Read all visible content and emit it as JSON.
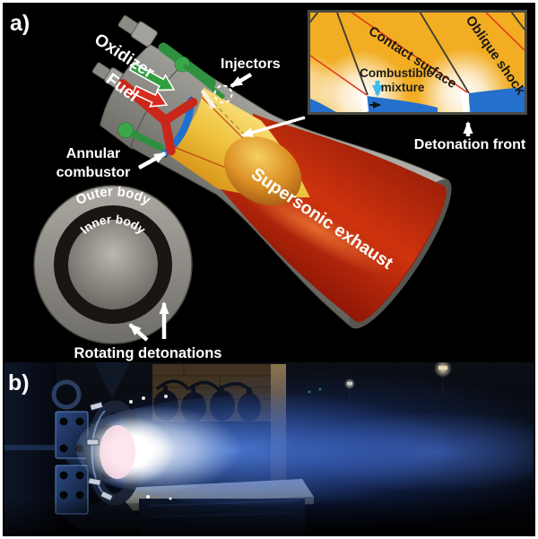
{
  "figure": {
    "panel_a_label": "a)",
    "panel_b_label": "b)",
    "labels": {
      "oxidizer": "Oxidizer",
      "fuel": "Fuel",
      "injectors": "Injectors",
      "annular_combustor_line1": "Annular",
      "annular_combustor_line2": "combustor",
      "outer_body": "Outer body",
      "inner_body": "Inner body",
      "rotating_detonations": "Rotating detonations",
      "supersonic_exhaust": "Supersonic exhaust",
      "detonation_front": "Detonation front"
    },
    "inset": {
      "contact_surface": "Contact surface",
      "oblique_shock": "Oblique shock",
      "combustible_mixture_line1": "Combustible",
      "combustible_mixture_line2": "mixture"
    },
    "colors": {
      "oxidizer_green": "#2e9e3e",
      "fuel_red": "#d92b1f",
      "mixture_blue": "#1d6fd0",
      "inset_mixture_blue": "#2470cc",
      "inset_background_gold": "#f2ad22",
      "contact_surface_red": "#e03418",
      "oblique_shock_dark": "#3a3a32",
      "cyan_arrow": "#3cbdf0",
      "exhaust_red": "#cf330e",
      "plume_blue": "#4a86e8",
      "body_gray": "#8d8b85"
    }
  }
}
